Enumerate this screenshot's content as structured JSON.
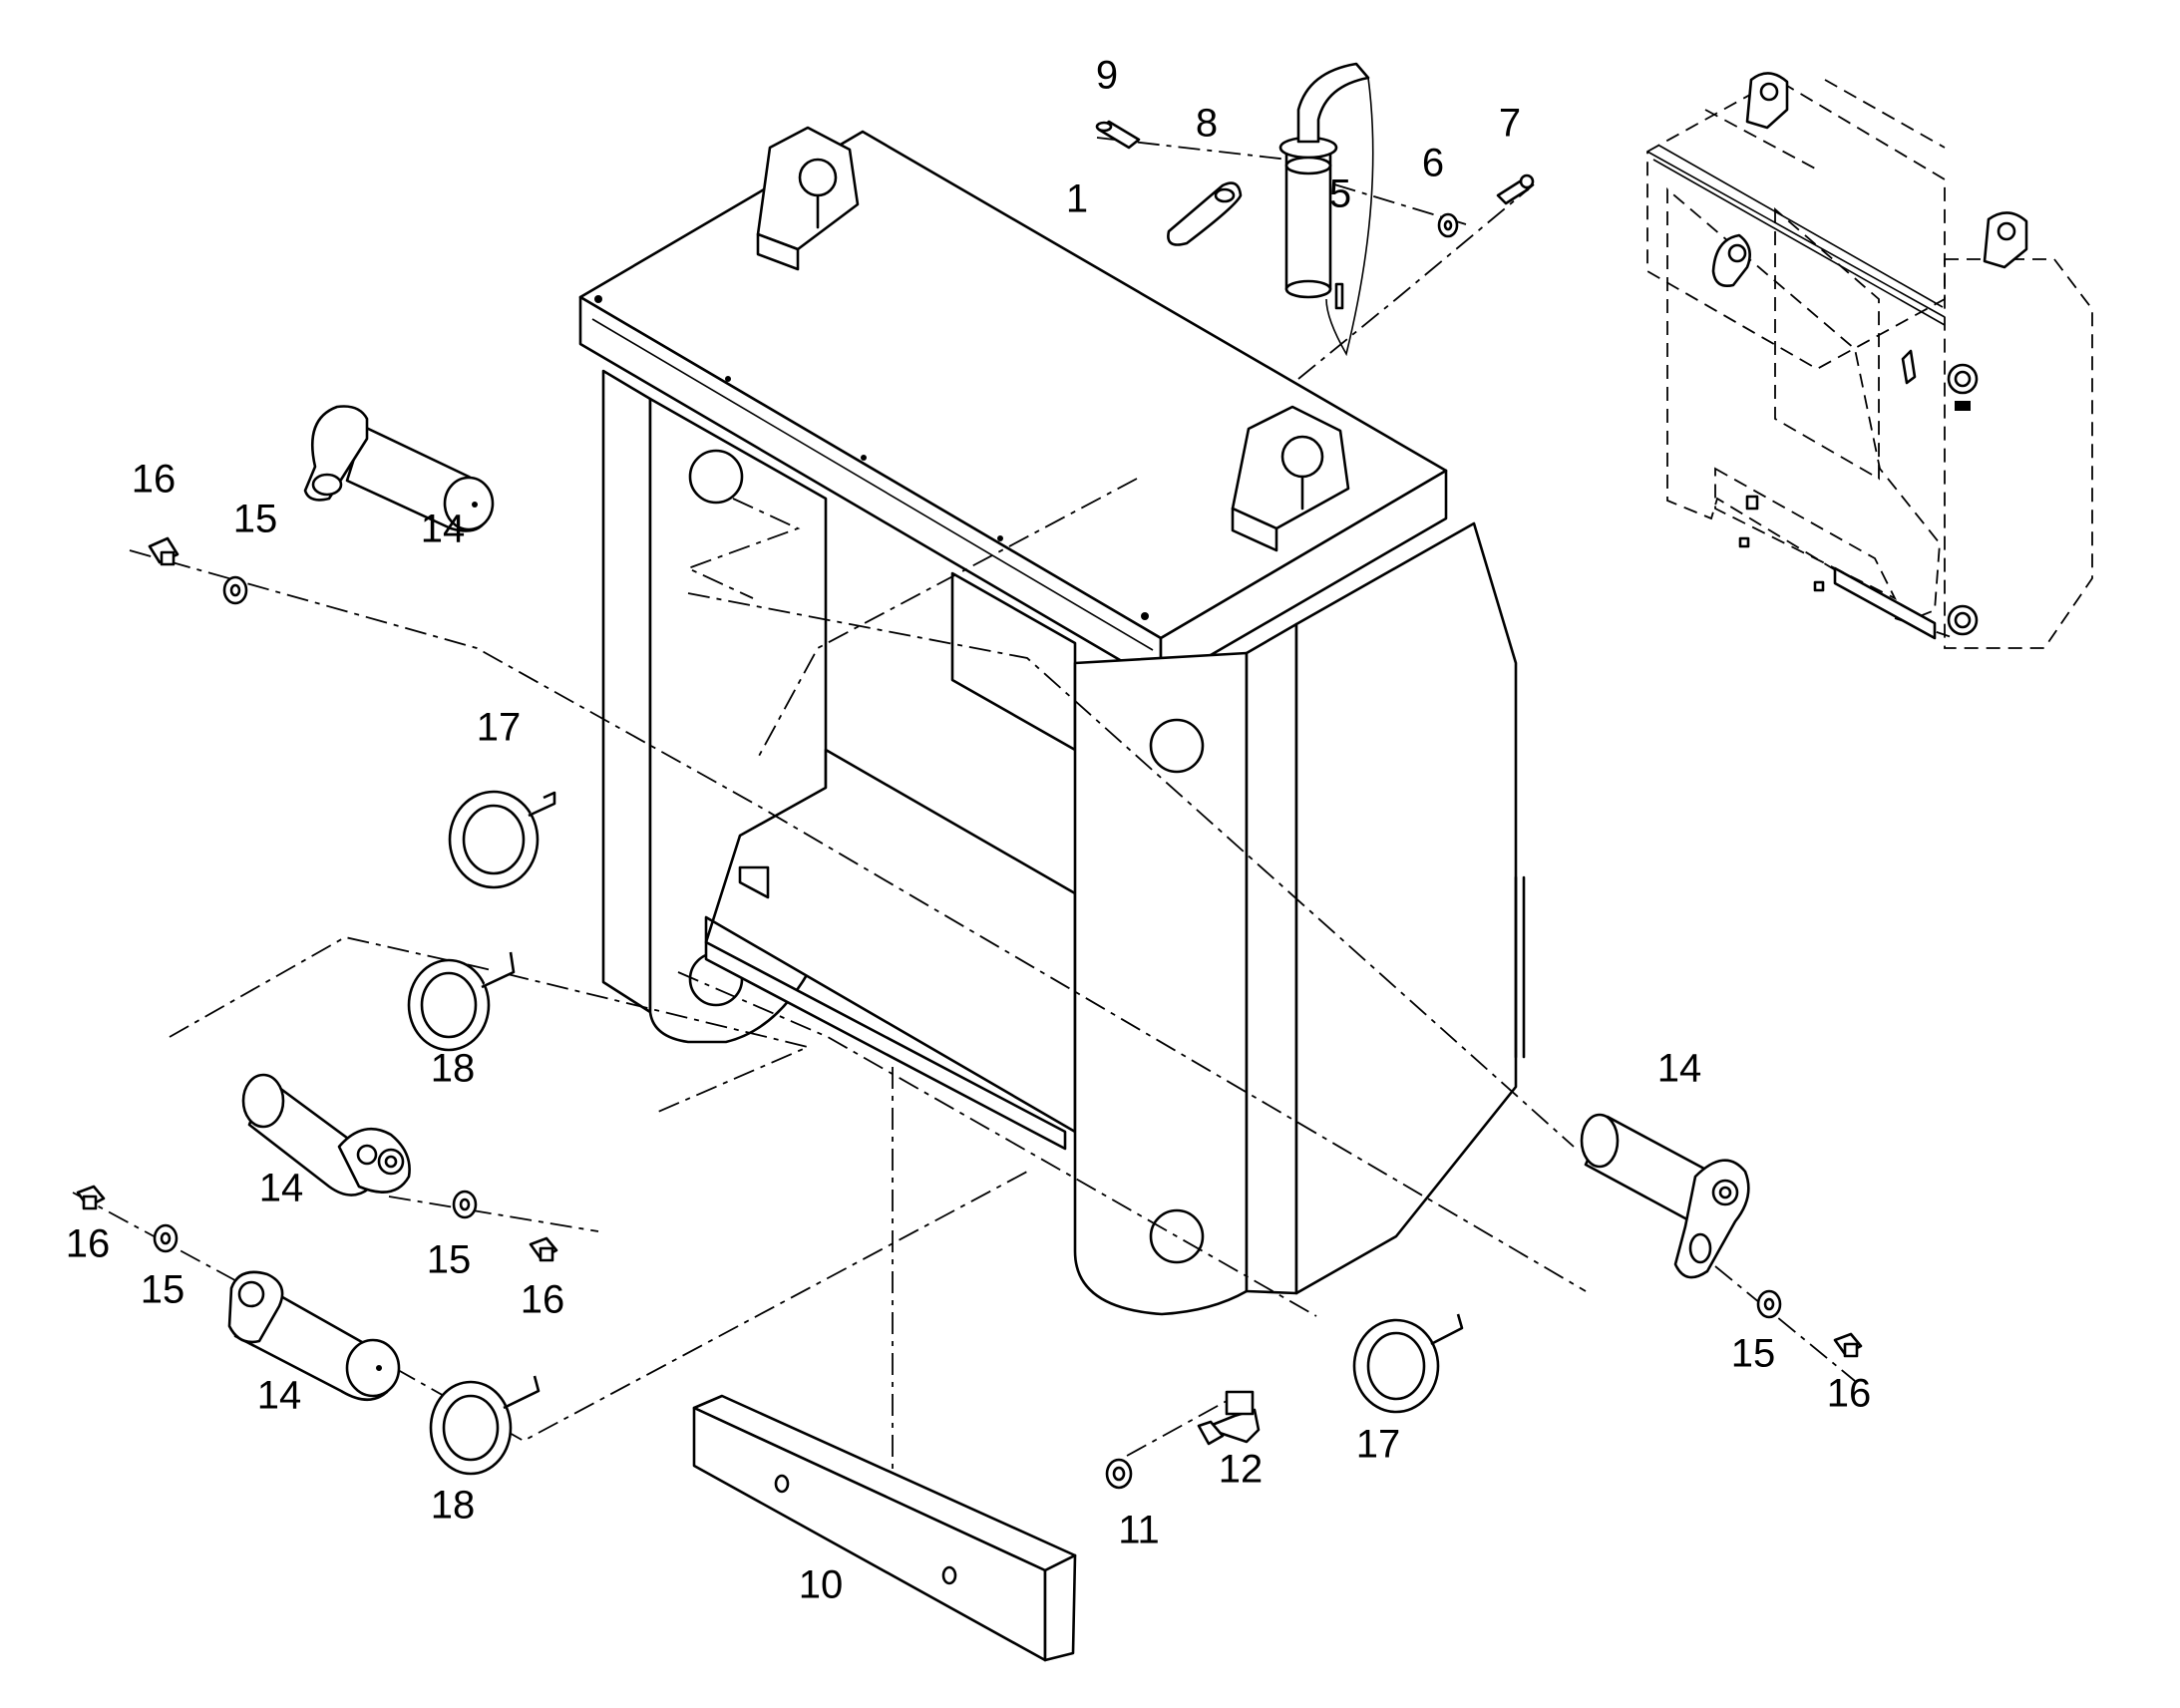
{
  "diagram": {
    "type": "exploded parts drawing",
    "callouts": [
      {
        "id": "c-9",
        "label": "9"
      },
      {
        "id": "c-8",
        "label": "8"
      },
      {
        "id": "c-1",
        "label": "1"
      },
      {
        "id": "c-5",
        "label": "5"
      },
      {
        "id": "c-6",
        "label": "6"
      },
      {
        "id": "c-7",
        "label": "7"
      },
      {
        "id": "c-16a",
        "label": "16"
      },
      {
        "id": "c-15a",
        "label": "15"
      },
      {
        "id": "c-14a",
        "label": "14"
      },
      {
        "id": "c-17a",
        "label": "17"
      },
      {
        "id": "c-18a",
        "label": "18"
      },
      {
        "id": "c-14b",
        "label": "14"
      },
      {
        "id": "c-15b",
        "label": "15"
      },
      {
        "id": "c-16b",
        "label": "16"
      },
      {
        "id": "c-16c",
        "label": "16"
      },
      {
        "id": "c-15c",
        "label": "15"
      },
      {
        "id": "c-14c",
        "label": "14"
      },
      {
        "id": "c-18b",
        "label": "18"
      },
      {
        "id": "c-10",
        "label": "10"
      },
      {
        "id": "c-11",
        "label": "11"
      },
      {
        "id": "c-12",
        "label": "12"
      },
      {
        "id": "c-17b",
        "label": "17"
      },
      {
        "id": "c-14d",
        "label": "14"
      },
      {
        "id": "c-15d",
        "label": "15"
      },
      {
        "id": "c-16d",
        "label": "16"
      }
    ]
  }
}
